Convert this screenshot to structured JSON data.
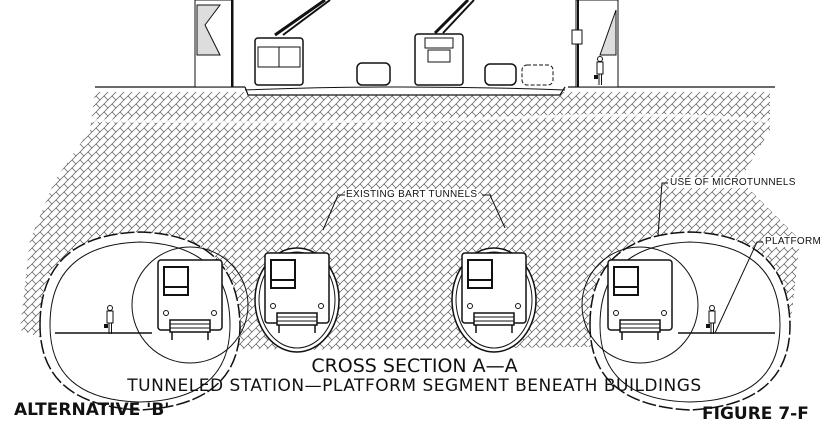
{
  "labels": {
    "existing_bart": "EXISTING BART TUNNELS",
    "microtunnels": "USE OF MICROTUNNELS",
    "platform": "PLATFORM"
  },
  "title": "CROSS SECTION A—A",
  "subtitle": "TUNNELED STATION—PLATFORM SEGMENT BENEATH BUILDINGS",
  "alternative": "ALTERNATIVE 'B'",
  "figure": "FIGURE 7-F"
}
